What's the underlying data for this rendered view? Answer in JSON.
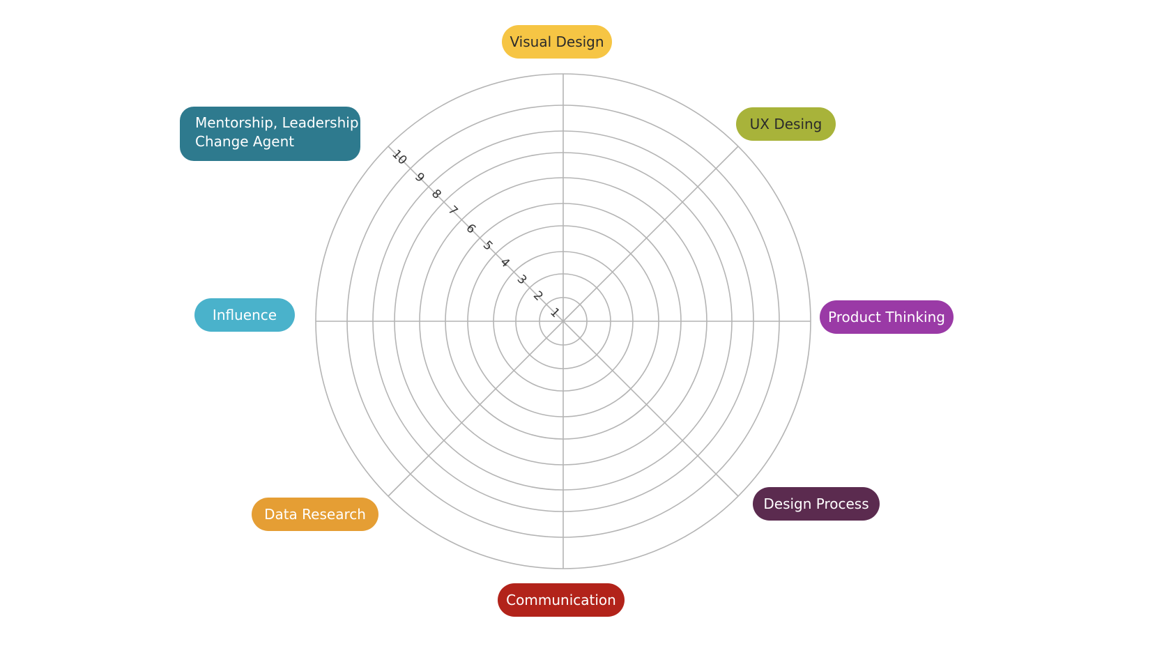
{
  "wheel": {
    "scale_labels": [
      "1",
      "2",
      "3",
      "4",
      "5",
      "6",
      "7",
      "8",
      "9",
      "10"
    ],
    "ring_count": 10,
    "spoke_count": 8,
    "line_color": "#b4b4b4"
  },
  "categories": {
    "visual_design": {
      "label": "Visual Design",
      "color": "#f6c544"
    },
    "ux_design": {
      "label": "UX Desing",
      "color": "#a8b33a"
    },
    "product_thinking": {
      "label": "Product Thinking",
      "color": "#9a3aa6"
    },
    "design_process": {
      "label": "Design Process",
      "color": "#5b2b4f"
    },
    "communication": {
      "label": "Communication",
      "color": "#b2231a"
    },
    "data_research": {
      "label": "Data Research",
      "color": "#e59e34"
    },
    "influence": {
      "label": "Influence",
      "color": "#4ab2cb"
    },
    "mentorship": {
      "line1": "Mentorship, Leadership",
      "line2": "Change Agent",
      "color": "#2e7a8e"
    }
  }
}
